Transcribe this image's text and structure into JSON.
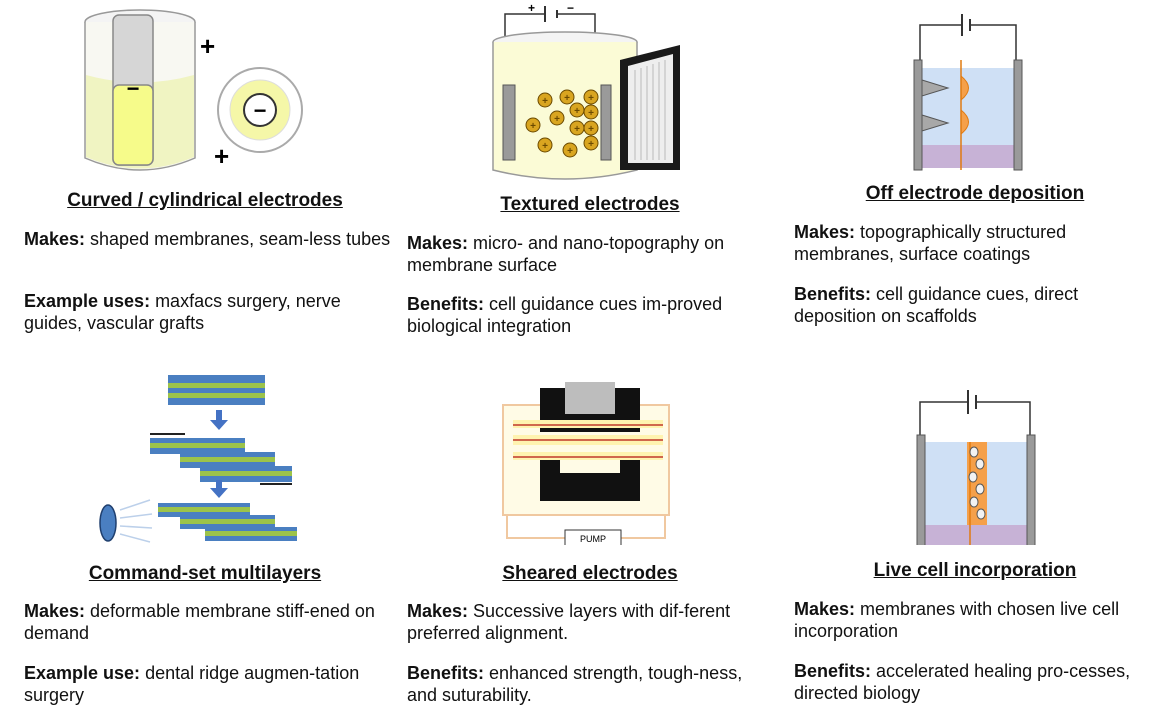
{
  "panels": [
    {
      "title": "Curved / cylindrical electrodes",
      "p1_label": "Makes:",
      "p1_text": " shaped membranes, seam-less tubes",
      "p2_label": "Example uses:",
      "p2_text": " maxfacs surgery, nerve guides, vascular grafts",
      "symbols": {
        "minus": "−",
        "plus": "+"
      }
    },
    {
      "title": "Textured electrodes",
      "p1_label": "Makes:",
      "p1_text": " micro- and nano-topography on membrane surface",
      "p2_label": "Benefits:",
      "p2_text": " cell guidance cues im-proved biological integration",
      "symbols": {
        "plus": "+",
        "minus": "−"
      }
    },
    {
      "title": "Off electrode deposition",
      "p1_label": "Makes:",
      "p1_text": " topographically structured membranes, surface coatings",
      "p2_label": "Benefits:",
      "p2_text": " cell guidance cues, direct deposition on scaffolds"
    },
    {
      "title": "Command-set multilayers",
      "p1_label": "Makes:",
      "p1_text": " deformable membrane stiff-ened on demand",
      "p2_label": "Example use:",
      "p2_text": " dental ridge augmen-tation surgery"
    },
    {
      "title": "Sheared electrodes",
      "p1_label": "Makes:",
      "p1_text": " Successive layers with dif-ferent preferred alignment.",
      "p2_label": "Benefits:",
      "p2_text": " enhanced strength, tough-ness, and suturability.",
      "pump_label": "PUMP"
    },
    {
      "title": "Live cell incorporation",
      "p1_label": "Makes:",
      "p1_text": " membranes with chosen live cell incorporation",
      "p2_label": "Benefits:",
      "p2_text": " accelerated healing pro-cesses, directed biology"
    }
  ],
  "colors": {
    "electrolyte_blue": "#cfe0f5",
    "deposit_orange": "#f5a04a",
    "membrane_purple": "#c7b2d6",
    "tube_yellow": "#f5f7a8",
    "layer_green": "#9cc34a",
    "layer_blue": "#4a7fc1",
    "arrow_blue": "#4472c4",
    "electrode_gray": "#9a9a9a"
  }
}
